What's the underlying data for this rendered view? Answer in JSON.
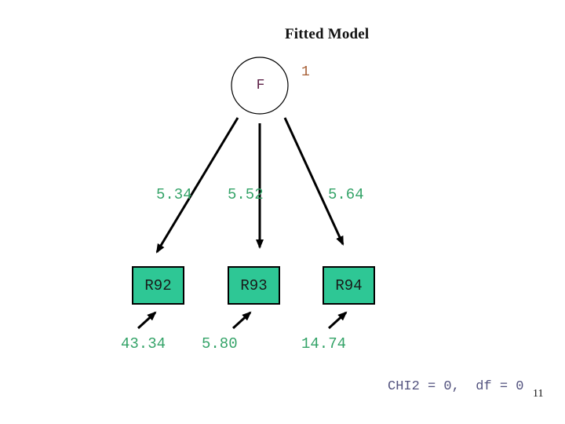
{
  "slide": {
    "title": "Fitted Model",
    "fit_statistics": "CHI2 = 0,  df = 0",
    "page_number": "11"
  },
  "diagram": {
    "factor": {
      "label": "F",
      "variance_label": "1"
    },
    "indicators": [
      {
        "label": "R92",
        "loading": "5.34",
        "error_variance": "43.34"
      },
      {
        "label": "R93",
        "loading": "5.52",
        "error_variance": "5.80"
      },
      {
        "label": "R94",
        "loading": "5.64",
        "error_variance": "14.74"
      }
    ],
    "colors": {
      "box_fill": "#2ec795",
      "box_border": "#000000",
      "value_text_green": "#34a368",
      "factor_label_maroon": "#5e2248",
      "variance_label_orange": "#a55c32",
      "fit_text_slate": "#52527e",
      "arrow_black": "#000000"
    }
  }
}
